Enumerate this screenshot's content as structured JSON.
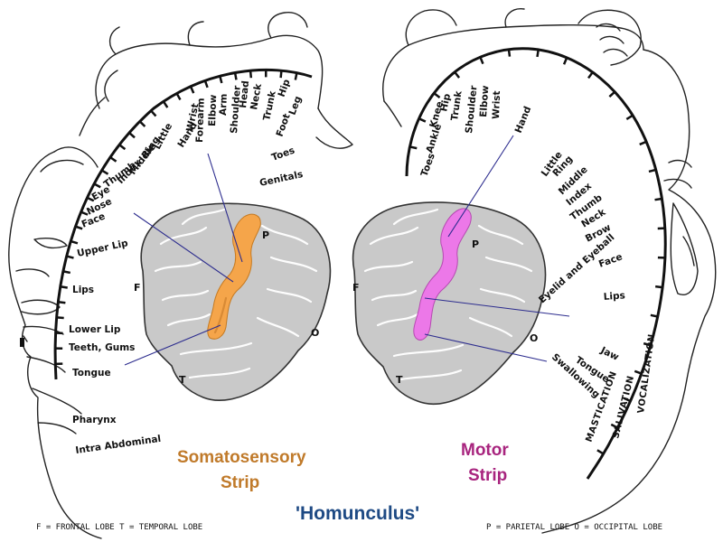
{
  "title": "'Homunculus'",
  "somatosensory": {
    "title_line1": "Somatosensory",
    "title_line2": "Strip",
    "strip_color": "#f5a54a",
    "labels": [
      "Toes",
      "Genitals",
      "Foot",
      "Leg",
      "Hip",
      "Trunk",
      "Neck",
      "Head",
      "Shoulder",
      "Arm",
      "Elbow",
      "Forearm",
      "Wrist",
      "Hand",
      "Little",
      "Ring",
      "Middle",
      "Index",
      "Thumb",
      "Eye",
      "Nose",
      "Face",
      "Upper Lip",
      "Lips",
      "Lower Lip",
      "Teeth, Gums",
      "Tongue",
      "Pharynx",
      "Intra Abdominal"
    ]
  },
  "motor": {
    "title_line1": "Motor",
    "title_line2": "Strip",
    "strip_color": "#ec78e8",
    "labels": [
      "Toes",
      "Ankle",
      "Knee",
      "Hip",
      "Trunk",
      "Shoulder",
      "Elbow",
      "Wrist",
      "Hand",
      "Little",
      "Ring",
      "Middle",
      "Index",
      "Thumb",
      "Neck",
      "Brow",
      "Eyelid and Eyeball",
      "Face",
      "Lips",
      "Jaw",
      "Tongue",
      "Swallowing"
    ],
    "caps_labels": [
      "MASTICATION",
      "SALIVATION",
      "VOCALIZATION"
    ]
  },
  "lobes": {
    "frontal": "F",
    "parietal": "P",
    "occipital": "O",
    "temporal": "T"
  },
  "legend": {
    "left": "F = FRONTAL LOBE  T = TEMPORAL LOBE",
    "right": "P = PARIETAL LOBE  O = OCCIPITAL LOBE"
  },
  "colors": {
    "pointer": "#2c2c8e",
    "brain": "#c9c9c9",
    "title": "#1e4a84"
  }
}
